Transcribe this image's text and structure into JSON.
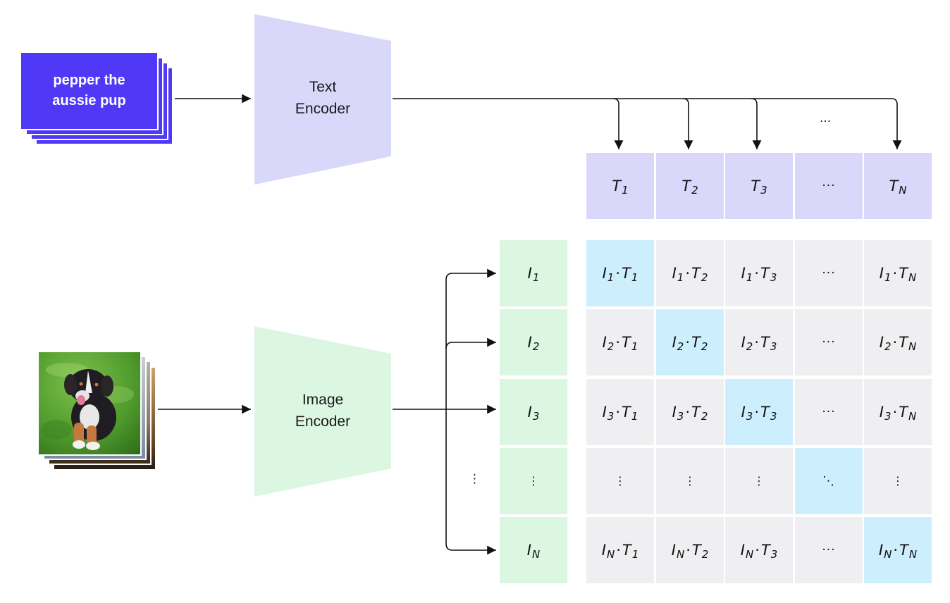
{
  "text_input": {
    "caption": "pepper the aussie pup",
    "line1": "pepper the",
    "line2": "aussie pup",
    "color": "#4f39f6"
  },
  "image_input": {
    "description": "photo of black, white and tan puppy on grass",
    "colors": {
      "grass": "#4f9a2c",
      "dog": "#1f1d22"
    }
  },
  "text_encoder": {
    "line1": "Text",
    "line2": "Encoder",
    "color": "#d9d8fb"
  },
  "image_encoder": {
    "line1": "Image",
    "line2": "Encoder",
    "color": "#dbf7e1"
  },
  "text_embeddings": [
    {
      "base": "T",
      "sub": "1"
    },
    {
      "base": "T",
      "sub": "2"
    },
    {
      "base": "T",
      "sub": "3"
    },
    {
      "ellipsis": "···"
    },
    {
      "base": "T",
      "sub": "N"
    }
  ],
  "image_embeddings": [
    {
      "base": "I",
      "sub": "1"
    },
    {
      "base": "I",
      "sub": "2"
    },
    {
      "base": "I",
      "sub": "3"
    },
    {
      "ellipsis": "⋮"
    },
    {
      "base": "I",
      "sub": "N"
    }
  ],
  "arrow_ellipsis": {
    "top": "···",
    "left": "⋮"
  },
  "similarity_matrix": {
    "rows": [
      "1",
      "2",
      "3",
      "…",
      "N"
    ],
    "cols": [
      "1",
      "2",
      "3",
      "…",
      "N"
    ],
    "cell_format": "I·T",
    "diagonal_color": "#cdeffd",
    "off_diagonal_color": "#efeff1",
    "horizontal_ellipsis": "···",
    "vertical_ellipsis": "⋮",
    "diagonal_ellipsis": "⋱"
  }
}
